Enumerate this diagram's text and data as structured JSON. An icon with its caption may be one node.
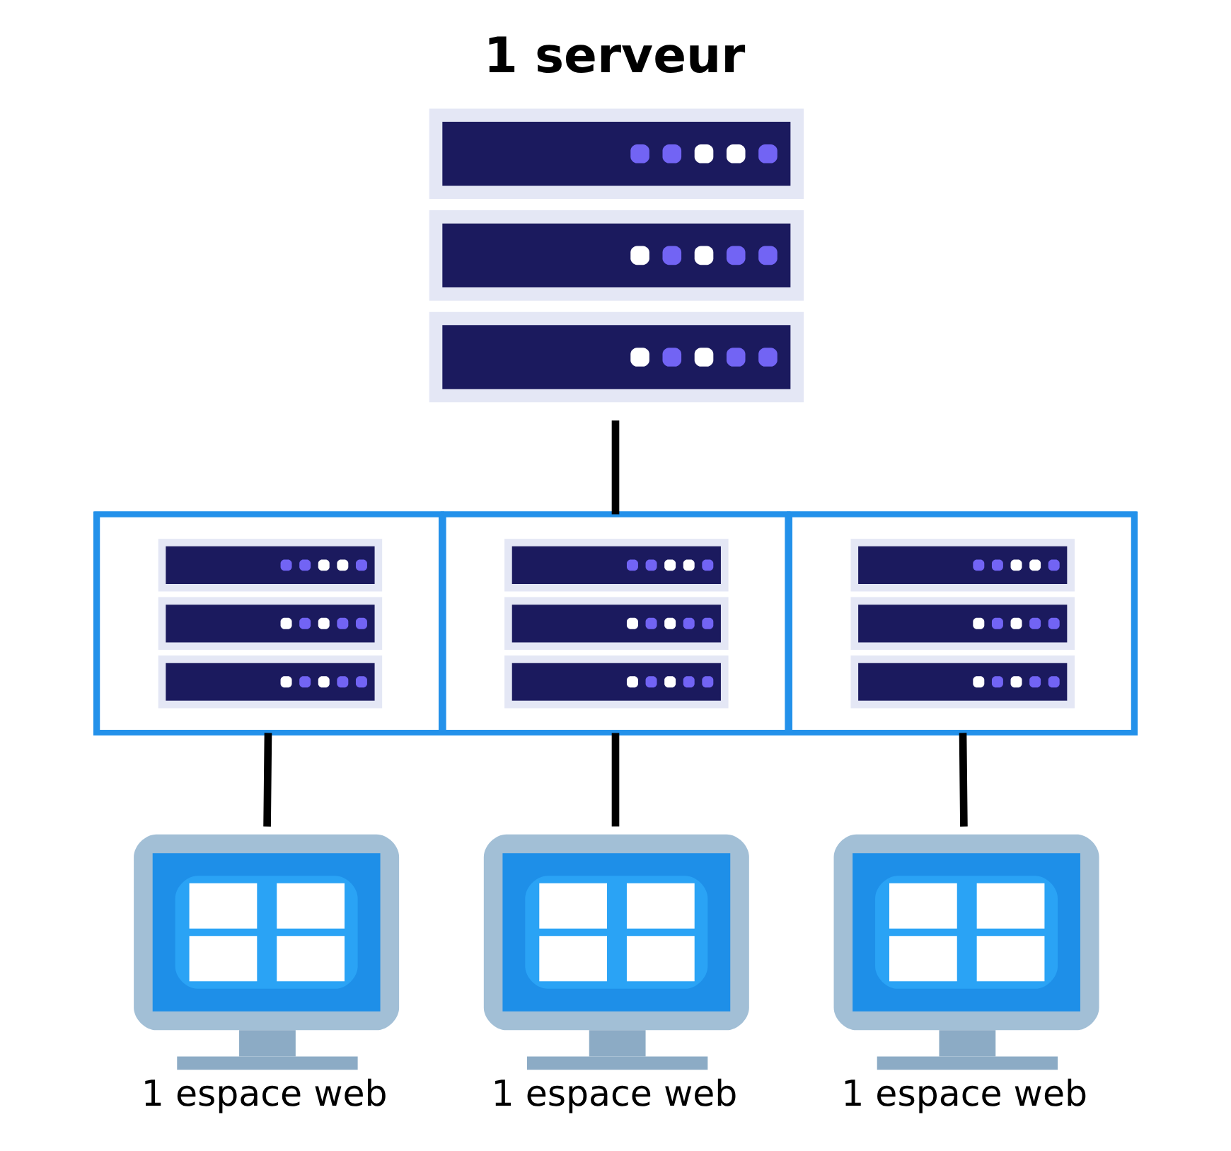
{
  "diagram": {
    "nodes": [
      {
        "text": [
          "1 serveur"
        ]
      },
      {
        "text": [],
        "shape": "box"
      },
      {
        "text": [],
        "shape": "picture",
        "in": 1
      },
      {
        "text": [],
        "shape": "picture",
        "in": 1
      },
      {
        "text": [],
        "shape": "picture",
        "in": 1
      },
      {
        "text": [
          "1 espace web"
        ]
      },
      {
        "text": [
          "1 espace web"
        ]
      },
      {
        "text": [
          "1 espace web"
        ]
      }
    ],
    "edges": [
      {
        "from": 0,
        "to": 1,
        "arrow": "none"
      },
      {
        "from": 2,
        "to": 5,
        "arrow": "none"
      },
      {
        "from": 3,
        "to": 6,
        "arrow": "none"
      },
      {
        "from": 4,
        "to": 7,
        "arrow": "none"
      }
    ]
  }
}
